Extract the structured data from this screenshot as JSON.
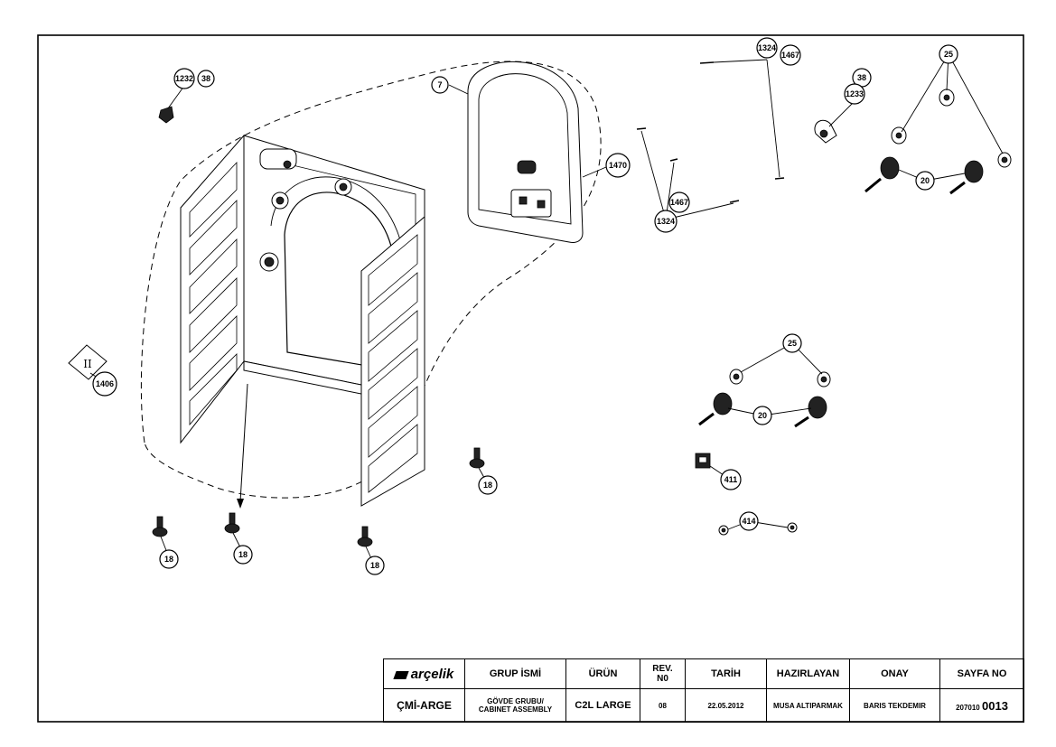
{
  "callouts": {
    "c1232": "1232",
    "c38a": "38",
    "c7": "7",
    "c1324a": "1324",
    "c1467a": "1467",
    "c38b": "38",
    "c1233": "1233",
    "c25a": "25",
    "c20a": "20",
    "c1470": "1470",
    "c1467b": "1467",
    "c1324b": "1324",
    "c25b": "25",
    "c20b": "20",
    "c1406": "1406",
    "c411": "411",
    "c414": "414",
    "c18a": "18",
    "c18b": "18",
    "c18c": "18",
    "c18d": "18"
  },
  "title_block": {
    "brand": "arçelik",
    "headers": {
      "group_name": "GRUP İSMİ",
      "product": "ÜRÜN",
      "rev_line1": "REV.",
      "rev_line2": "N0",
      "date": "TARİH",
      "prepared_by": "HAZIRLAYAN",
      "approval": "ONAY",
      "page_no": "SAYFA NO"
    },
    "values": {
      "department": "ÇMİ-ARGE",
      "group_line1": "GÖVDE GRUBU/",
      "group_line2": "CABINET ASSEMBLY",
      "product": "C2L LARGE",
      "rev": "08",
      "date": "22.05.2012",
      "prepared_by": "MUSA ALTIPARMAK",
      "approval": "BARIS TEKDEMIR",
      "page_prefix": "207010",
      "page_suffix": "0013"
    }
  }
}
